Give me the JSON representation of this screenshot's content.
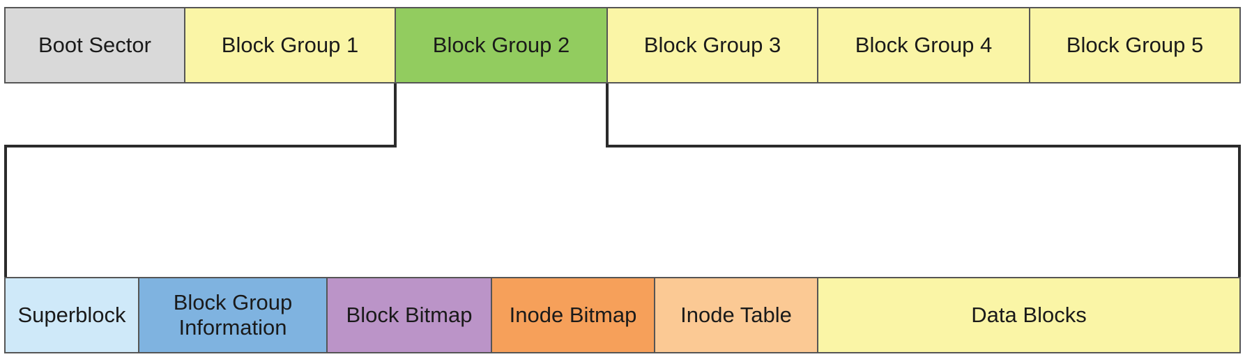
{
  "top_row": [
    {
      "label": "Boot Sector",
      "color": "#d9d9d9"
    },
    {
      "label": "Block Group 1",
      "color": "#faf5a6"
    },
    {
      "label": "Block Group 2",
      "color": "#92cc5f"
    },
    {
      "label": "Block Group 3",
      "color": "#faf5a6"
    },
    {
      "label": "Block Group 4",
      "color": "#faf5a6"
    },
    {
      "label": "Block Group 5",
      "color": "#faf5a6"
    }
  ],
  "bottom_row": [
    {
      "label": "Superblock",
      "color": "#cfe9f9"
    },
    {
      "label": "Block Group\nInformation",
      "color": "#7fb3e0"
    },
    {
      "label": "Block Bitmap",
      "color": "#bb94c8"
    },
    {
      "label": "Inode Bitmap",
      "color": "#f6a05a"
    },
    {
      "label": "Inode Table",
      "color": "#fbc994"
    },
    {
      "label": "Data Blocks",
      "color": "#faf5a6"
    }
  ],
  "line_color": "#2b2b2b",
  "border_color": "#555555"
}
